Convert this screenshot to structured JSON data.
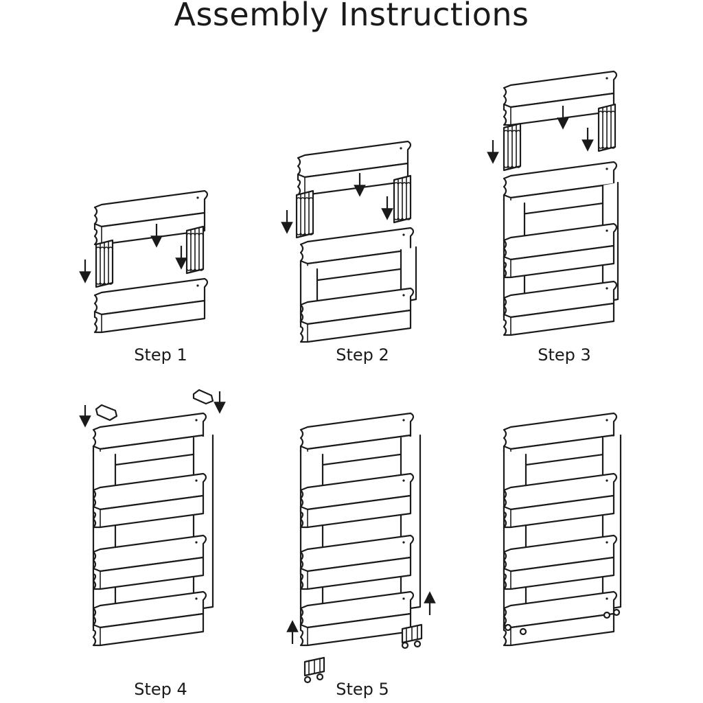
{
  "header": {
    "title": "Assembly Instructions"
  },
  "steps": [
    {
      "label": "Step 1"
    },
    {
      "label": "Step 2"
    },
    {
      "label": "Step 3"
    },
    {
      "label": "Step 4"
    },
    {
      "label": "Step 5"
    },
    {
      "label": ""
    }
  ]
}
